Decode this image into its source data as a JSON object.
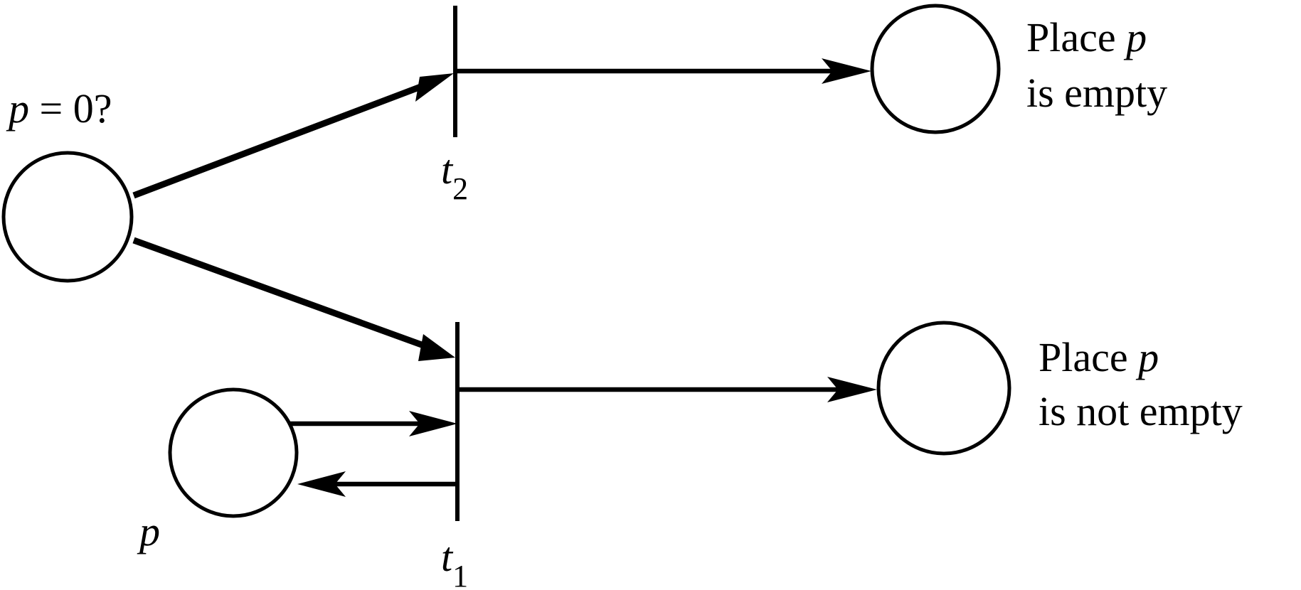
{
  "diagram": {
    "question_label": {
      "var": "p",
      "rest": " = 0?"
    },
    "places": [
      {
        "id": "question",
        "label": ""
      },
      {
        "id": "empty",
        "line1_prefix": "Place ",
        "line1_var": "p",
        "line2": "is empty"
      },
      {
        "id": "not_empty",
        "line1_prefix": "Place ",
        "line1_var": "p",
        "line2": "is not empty"
      },
      {
        "id": "counter",
        "label": "p"
      }
    ],
    "transitions": [
      {
        "id": "t2",
        "base": "t",
        "sub": "2"
      },
      {
        "id": "t1",
        "base": "t",
        "sub": "1"
      }
    ],
    "arcs": [
      {
        "from": "question",
        "to": "t2"
      },
      {
        "from": "question",
        "to": "t1"
      },
      {
        "from": "t2",
        "to": "empty"
      },
      {
        "from": "t1",
        "to": "not_empty"
      },
      {
        "from": "counter",
        "to": "t1"
      },
      {
        "from": "t1",
        "to": "counter"
      }
    ]
  }
}
